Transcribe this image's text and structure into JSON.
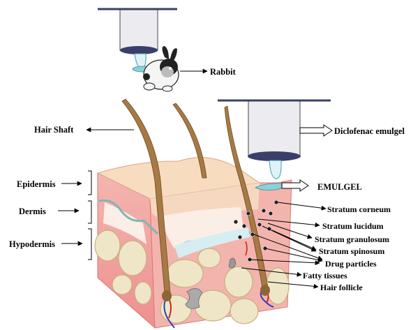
{
  "labels": {
    "rabbit": "Rabbit",
    "hair_shaft": "Hair Shaft",
    "diclofenac_emulgel": "Diclofenac emulgel",
    "epidermis": "Epidermis",
    "emulgel": "EMULGEL",
    "dermis": "Dermis",
    "stratum_corneum": "Stratum corneum",
    "stratum_lucidum": "Stratum lucidum",
    "hypodermis": "Hypodermis",
    "stratum_granulosum": "Stratum granulosum",
    "stratum_spinosum": "Stratum spinosum",
    "drug_particles": "Drug particles",
    "fatty_tissues": "Fatty tissues",
    "hair_follicle": "Hair follicle"
  },
  "colors": {
    "skin_top": "#f7dcc0",
    "skin_pink": "#f2a6a6",
    "fat": "#efe6c8",
    "hair": "#a77a45",
    "gel": "#8fd0d8",
    "applicator": "#e8e8ee"
  }
}
